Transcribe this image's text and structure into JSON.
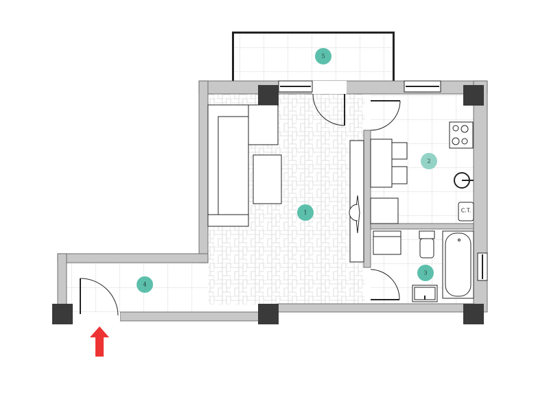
{
  "plan": {
    "rooms": [
      {
        "id": "living",
        "label": "1"
      },
      {
        "id": "kitchen",
        "label": "2"
      },
      {
        "id": "bathroom",
        "label": "3"
      },
      {
        "id": "hallway",
        "label": "4"
      },
      {
        "id": "balcony",
        "label": "5"
      }
    ],
    "kitchen_box_label": "C.T.",
    "entrance_marker": "red-arrow-up"
  },
  "colors": {
    "room_marker": "#5cbfab",
    "room_marker_light": "#93d3c6",
    "wall": "#c8c8c8",
    "pillar": "#3a3a3a",
    "entrance_arrow": "#ee3333"
  }
}
